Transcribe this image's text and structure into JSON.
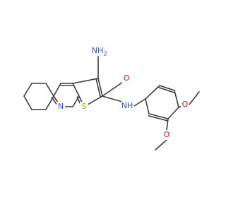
{
  "molecule": {
    "labels": {
      "amino": "NH2",
      "amino_display": "NH",
      "amino_sub": "2",
      "amide_o": "O",
      "amide_nh": "NH",
      "ring_n": "N",
      "ring_s": "S",
      "ome1_o": "O",
      "ome2_o": "O"
    },
    "colors": {
      "bond": "#3c3c3c",
      "nitrogen": "#3050f8",
      "oxygen": "#ff0d0d",
      "sulfur": "#c8a800",
      "background": "#ffffff"
    }
  }
}
